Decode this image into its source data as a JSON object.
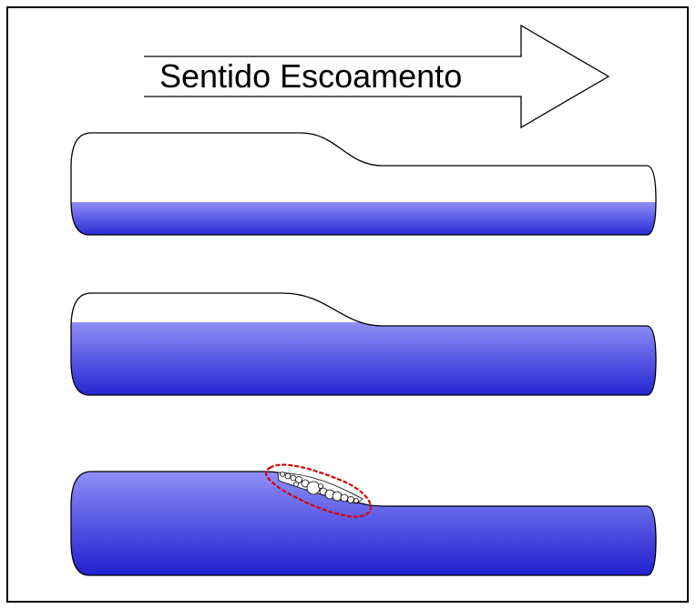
{
  "arrow": {
    "label": "Sentido Escoamento"
  },
  "colors": {
    "water_top": "#2f2fd8",
    "water_bottom": "#8f8ff8",
    "outline": "#000000",
    "highlight_ellipse": "#d80000",
    "background": "#ffffff"
  },
  "pipes": [
    {
      "name": "pipe-low-water",
      "water_level": "low"
    },
    {
      "name": "pipe-mid-water",
      "water_level": "mid"
    },
    {
      "name": "pipe-full-water",
      "water_level": "full",
      "has_air_pocket": true
    }
  ]
}
